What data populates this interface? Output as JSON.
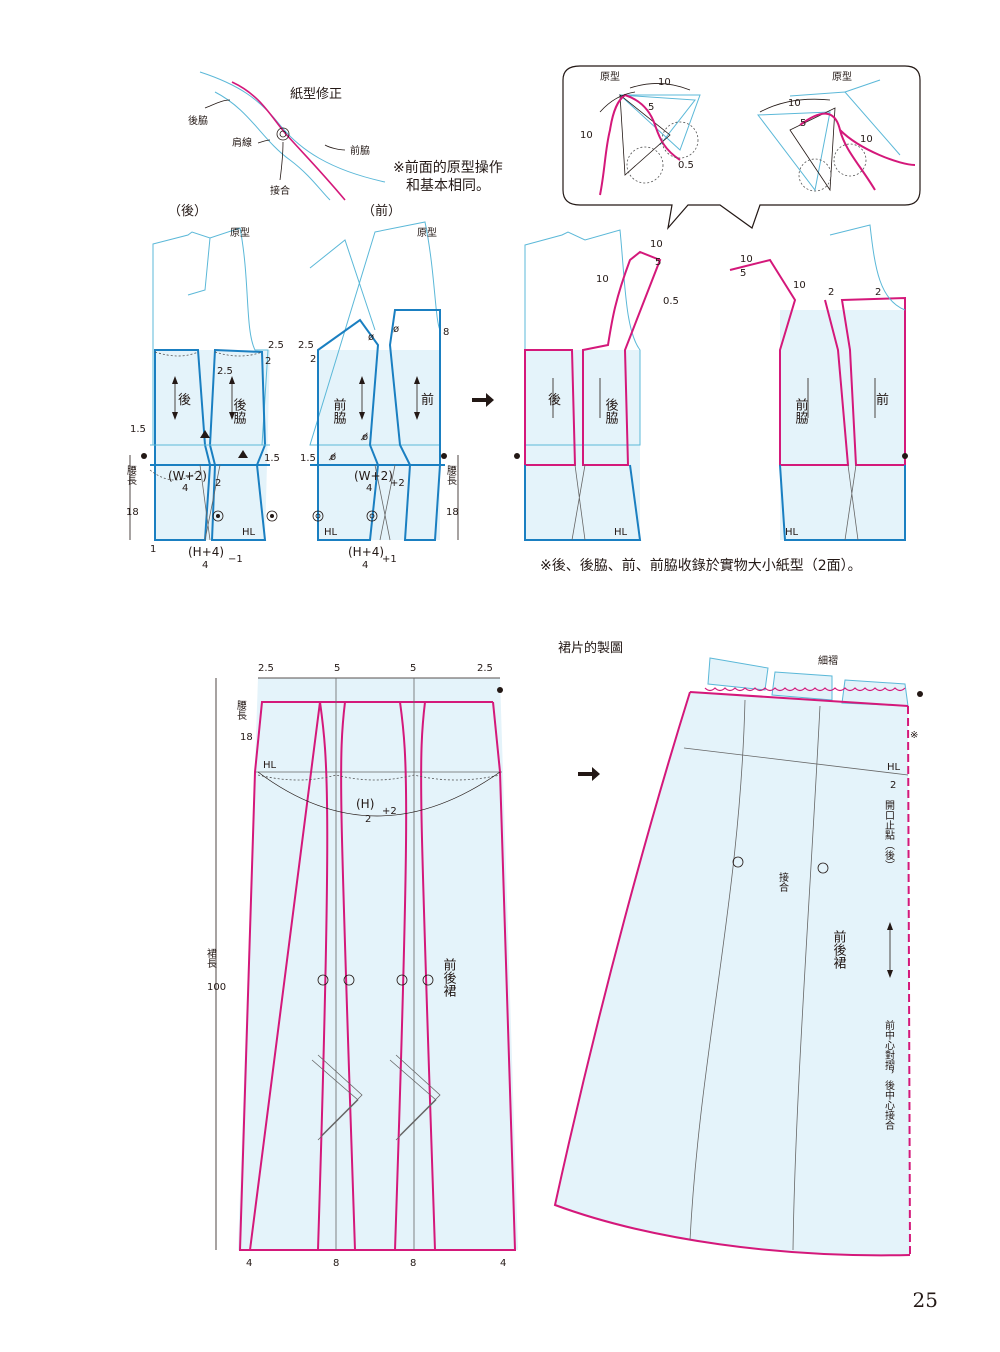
{
  "page_number": "25",
  "top": {
    "correction_title": "紙型修正",
    "labels": {
      "back_side": "後脇",
      "shoulder": "肩線",
      "front_side": "前脇",
      "join": "接合"
    },
    "note_line1": "※前面的原型操作",
    "note_line2": "和基本相同。",
    "back_title": "（後）",
    "front_title": "（前）",
    "prototype": "原型",
    "bubble": {
      "prototype": "原型",
      "n10": "10",
      "n5": "5",
      "n05": "0.5"
    }
  },
  "bodice": {
    "n25": "2.5",
    "n2": "2",
    "n15": "1.5",
    "n1": "1",
    "n8": "8",
    "waist_back": "(W+2)",
    "waist_front": "(W+2)",
    "den4": "4",
    "plus2": "+2",
    "minus1": "−1",
    "plus1": "+1",
    "hip_back": "(H+4)",
    "hip_front": "(H+4)",
    "hl": "HL",
    "waist_len": "腰長",
    "n18": "18",
    "back": "後",
    "back_side": "後脇",
    "front_side": "前脇",
    "front": "前",
    "symbol_phi": "ø",
    "symbol_bar": "ø̸"
  },
  "result_note": "※後、後脇、前、前脇收錄於實物大小紙型（2面）。",
  "skirt": {
    "title": "裙片的製圖",
    "top_25a": "2.5",
    "top_5a": "5",
    "top_5b": "5",
    "top_25b": "2.5",
    "waist_len": "腰長",
    "n18": "18",
    "hl": "HL",
    "h_label": "(H)",
    "h_den": "2",
    "h_plus": "+2",
    "skirt_len": "裙長",
    "n100": "100",
    "panel_label": "前後裙",
    "bottom_4a": "4",
    "bottom_8a": "8",
    "bottom_8b": "8",
    "bottom_4b": "4",
    "pleat": "細褶",
    "right_hl": "HL",
    "right_2": "2",
    "opening": "開口止點（後）",
    "join": "接合",
    "right_panel": "前後裙",
    "fold_note": "前中心對摺，後中心接合",
    "mark": "※"
  }
}
